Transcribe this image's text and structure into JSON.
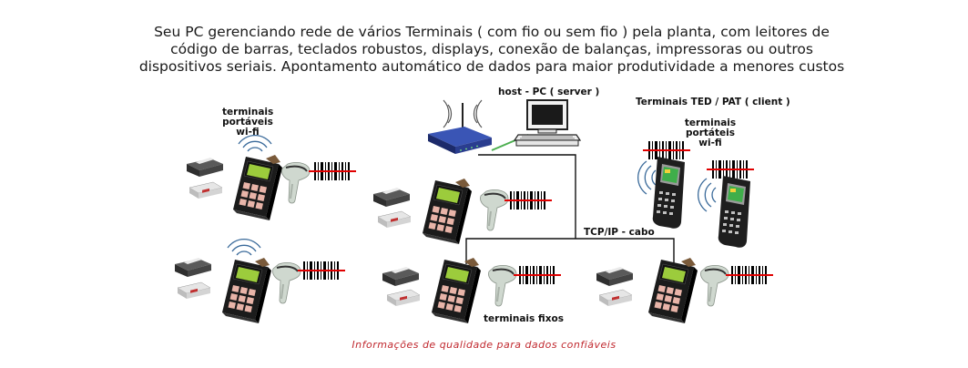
{
  "intro": {
    "line1": "Seu PC gerenciando rede de vários Terminais ( com fio ou sem fio ) pela planta, com leitores de",
    "line2": "código de barras, teclados robustos, displays, conexão de balanças, impressoras ou outros",
    "line3": "dispositivos seriais. Apontamento automático de dados para maior produtividade a menores custos"
  },
  "labels": {
    "host": "host - PC ( server )",
    "ted_pat": "Terminais TED / PAT ( client )",
    "portable_left_1": "terminais",
    "portable_left_2": "portáveis",
    "portable_left_3": "wi-fi",
    "portable_right_1": "terminais",
    "portable_right_2": "portáteis",
    "portable_right_3": "wi-fi",
    "tcpip": "TCP/IP - cabo",
    "fixed": "terminais fixos"
  },
  "footer": "Informações de qualidade para dados confiáveis",
  "icons": {
    "terminal": "keypad-terminal-icon",
    "printer": "printer-icon",
    "scale": "scale-icon",
    "scanner": "barcode-scanner-icon",
    "barcode": "barcode-icon",
    "router": "wifi-router-icon",
    "pc": "computer-icon",
    "handheld": "handheld-terminal-icon",
    "wifi": "wifi-signal-icon"
  },
  "colors": {
    "terminal_body": "#1b1b1b",
    "display": "#9ccc3c",
    "keys": "#e8b4a8",
    "scanner": "#cfd8cf",
    "scan_line": "#e00000",
    "router": "#2a3d8f",
    "cable": "#111111",
    "green_link": "#4caf50",
    "wifi_arc": "#3a6a9a",
    "footer_text": "#c0282e"
  }
}
